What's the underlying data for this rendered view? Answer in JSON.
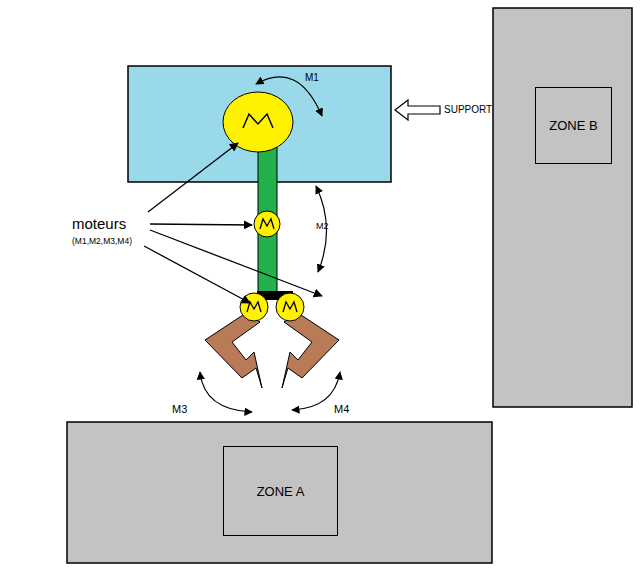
{
  "diagram": {
    "nodes": [
      {
        "text": [
          "ZONE A"
        ]
      },
      {
        "text": [
          "ZONE B"
        ]
      }
    ],
    "labels": [
      "SUPPORT",
      "moteurs",
      "(M1,M2,M3,M4)",
      "M1",
      "M2",
      "M3",
      "M4"
    ]
  }
}
